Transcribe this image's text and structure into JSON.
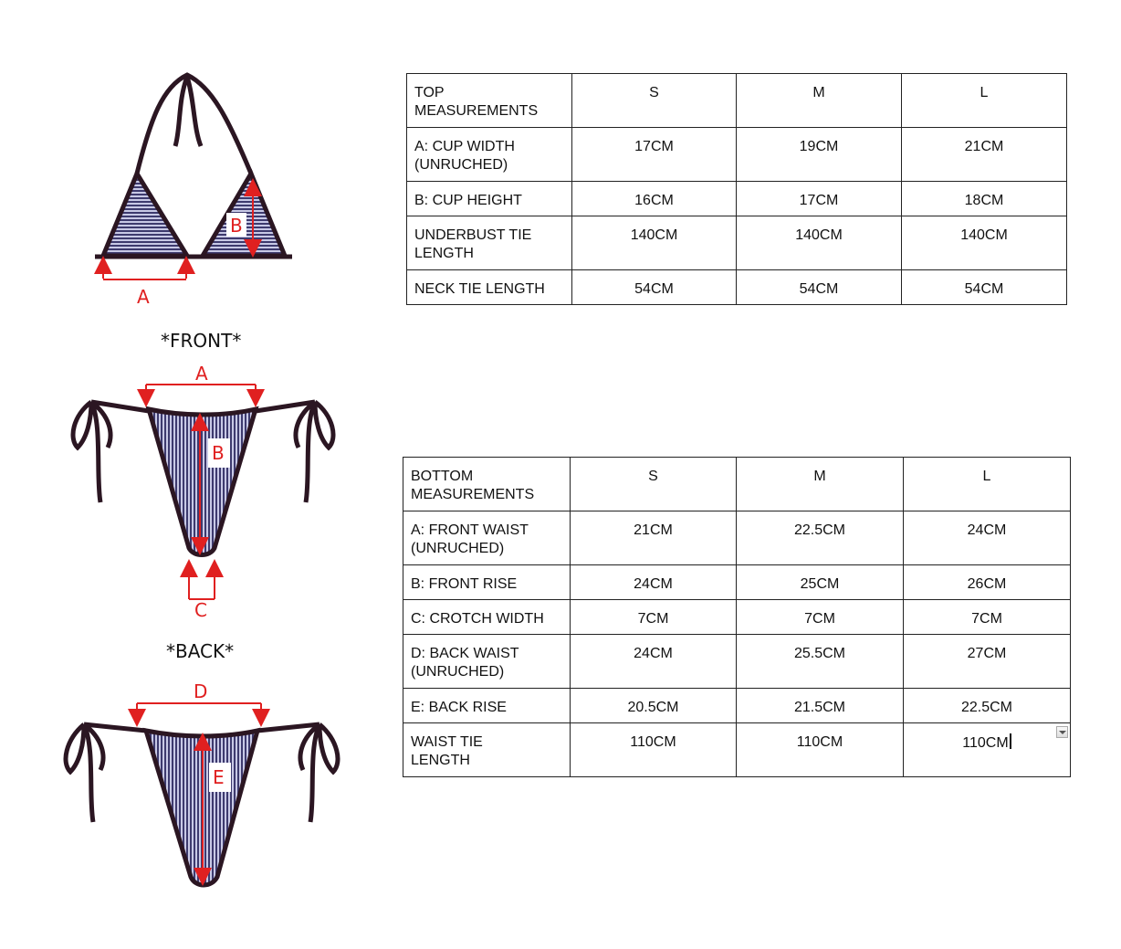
{
  "figures": {
    "front_label": "*FRONT*",
    "back_label": "*BACK*",
    "top_markers": [
      "A",
      "B"
    ],
    "front_markers": [
      "A",
      "B",
      "C"
    ],
    "back_markers": [
      "D",
      "E"
    ],
    "colors": {
      "outline": "#2b1622",
      "marker": "#e02020",
      "stripe_dark": "#3d3a6e",
      "stripe_light": "#c8c9e6"
    }
  },
  "top_table": {
    "headers": [
      "TOP\nMEASUREMENTS",
      "S",
      "M",
      "L"
    ],
    "rows": [
      [
        "A: CUP WIDTH\n(UNRUCHED)",
        "17CM",
        "19CM",
        "21CM"
      ],
      [
        "B: CUP HEIGHT",
        "16CM",
        "17CM",
        "18CM"
      ],
      [
        "UNDERBUST TIE\nLENGTH",
        "140CM",
        "140CM",
        "140CM"
      ],
      [
        "NECK TIE LENGTH",
        "54CM",
        "54CM",
        "54CM"
      ]
    ]
  },
  "bottom_table": {
    "headers": [
      "BOTTOM\nMEASUREMENTS",
      "S",
      "M",
      "L"
    ],
    "rows": [
      [
        "A: FRONT WAIST\n(UNRUCHED)",
        "21CM",
        "22.5CM",
        "24CM"
      ],
      [
        "B: FRONT RISE",
        "24CM",
        "25CM",
        "26CM"
      ],
      [
        "C: CROTCH WIDTH",
        "7CM",
        "7CM",
        "7CM"
      ],
      [
        "D: BACK WAIST\n(UNRUCHED)",
        "24CM",
        "25.5CM",
        "27CM"
      ],
      [
        "E: BACK RISE",
        "20.5CM",
        "21.5CM",
        "22.5CM"
      ],
      [
        "WAIST TIE\nLENGTH",
        "110CM",
        "110CM",
        "110CM"
      ]
    ]
  }
}
